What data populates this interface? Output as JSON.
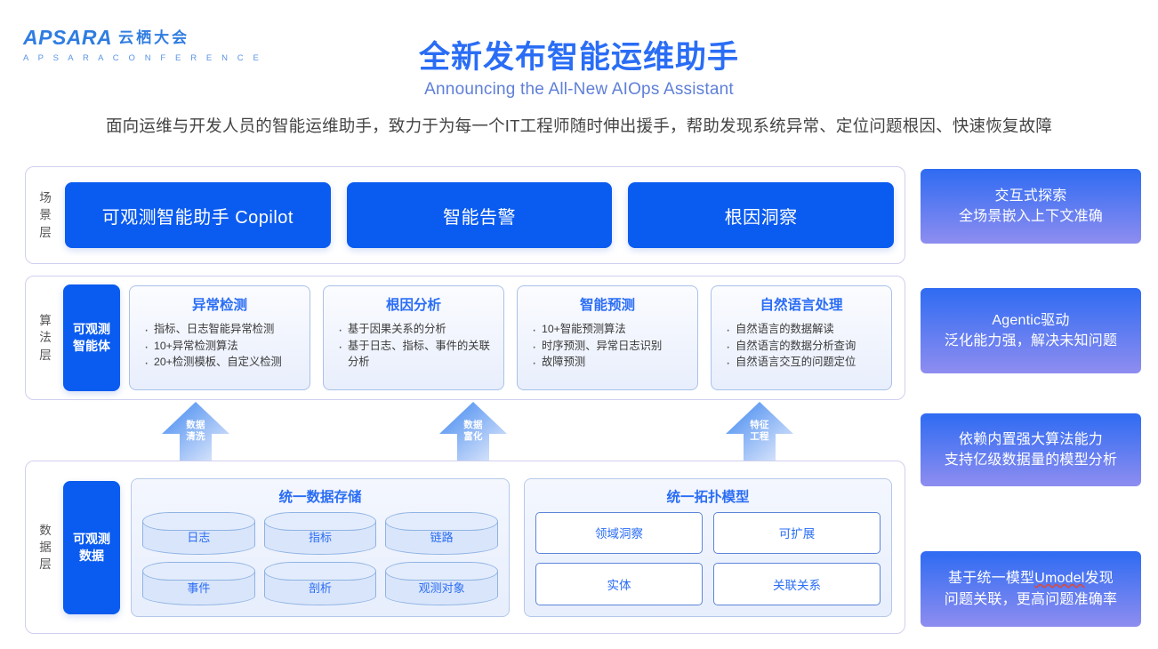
{
  "brand": {
    "name_en": "APSARA",
    "name_cn": "云栖大会",
    "subtitle": "A P S A R A   C O N F E R E N C E"
  },
  "header": {
    "title_cn": "全新发布智能运维助手",
    "title_en": "Announcing the All-New AIOps Assistant",
    "description": "面向运维与开发人员的智能运维助手，致力于为每一个IT工程师随时伸出援手，帮助发现系统异常、定位问题根因、快速恢复故障"
  },
  "layers": {
    "scenario": {
      "label": "场\n景\n层",
      "buttons": [
        {
          "label": "可观测智能助手 Copilot"
        },
        {
          "label": "智能告警"
        },
        {
          "label": "根因洞察"
        }
      ]
    },
    "algorithm": {
      "label": "算\n法\n层",
      "agent_box": "可观测\n智能体",
      "cards": [
        {
          "title": "异常检测",
          "bullets": [
            "指标、日志智能异常检测",
            "10+异常检测算法",
            "20+检测模板、自定义检测"
          ]
        },
        {
          "title": "根因分析",
          "bullets": [
            "基于因果关系的分析",
            "基于日志、指标、事件的关联分析"
          ]
        },
        {
          "title": "智能预测",
          "bullets": [
            "10+智能预测算法",
            "时序预测、异常日志识别",
            "故障预测"
          ]
        },
        {
          "title": "自然语言处理",
          "bullets": [
            "自然语言的数据解读",
            "自然语言的数据分析查询",
            "自然语言交互的问题定位"
          ]
        }
      ]
    },
    "arrows": [
      {
        "line1": "数据",
        "line2": "清洗"
      },
      {
        "line1": "数据",
        "line2": "富化"
      },
      {
        "line1": "特征",
        "line2": "工程"
      }
    ],
    "data": {
      "label": "数\n据\n层",
      "data_box": "可观测\n数据",
      "storage": {
        "title": "统一数据存储",
        "items": [
          "日志",
          "指标",
          "链路",
          "事件",
          "剖析",
          "观测对象"
        ]
      },
      "topology": {
        "title": "统一拓扑模型",
        "items": [
          "领域洞察",
          "可扩展",
          "实体",
          "关联关系"
        ]
      }
    }
  },
  "features": [
    {
      "line1": "交互式探索",
      "line2": "全场景嵌入上下文准确"
    },
    {
      "line1": "Agentic驱动",
      "line2": "泛化能力强，解决未知问题"
    },
    {
      "line1": "依赖内置强大算法能力",
      "line2": "支持亿级数据量的模型分析"
    },
    {
      "line1": "基于统一模型Umodel发现",
      "line2": "问题关联，更高问题准确率",
      "highlight": "Umodel"
    }
  ],
  "colors": {
    "brand_blue": "#2a6df5",
    "solid_blue": "#0a5bf0",
    "gradient_top": "#2e6bf2",
    "gradient_bottom": "#8e8df0",
    "card_border": "#a9c2e8",
    "cylinder_fill": "#d9e5fa"
  }
}
